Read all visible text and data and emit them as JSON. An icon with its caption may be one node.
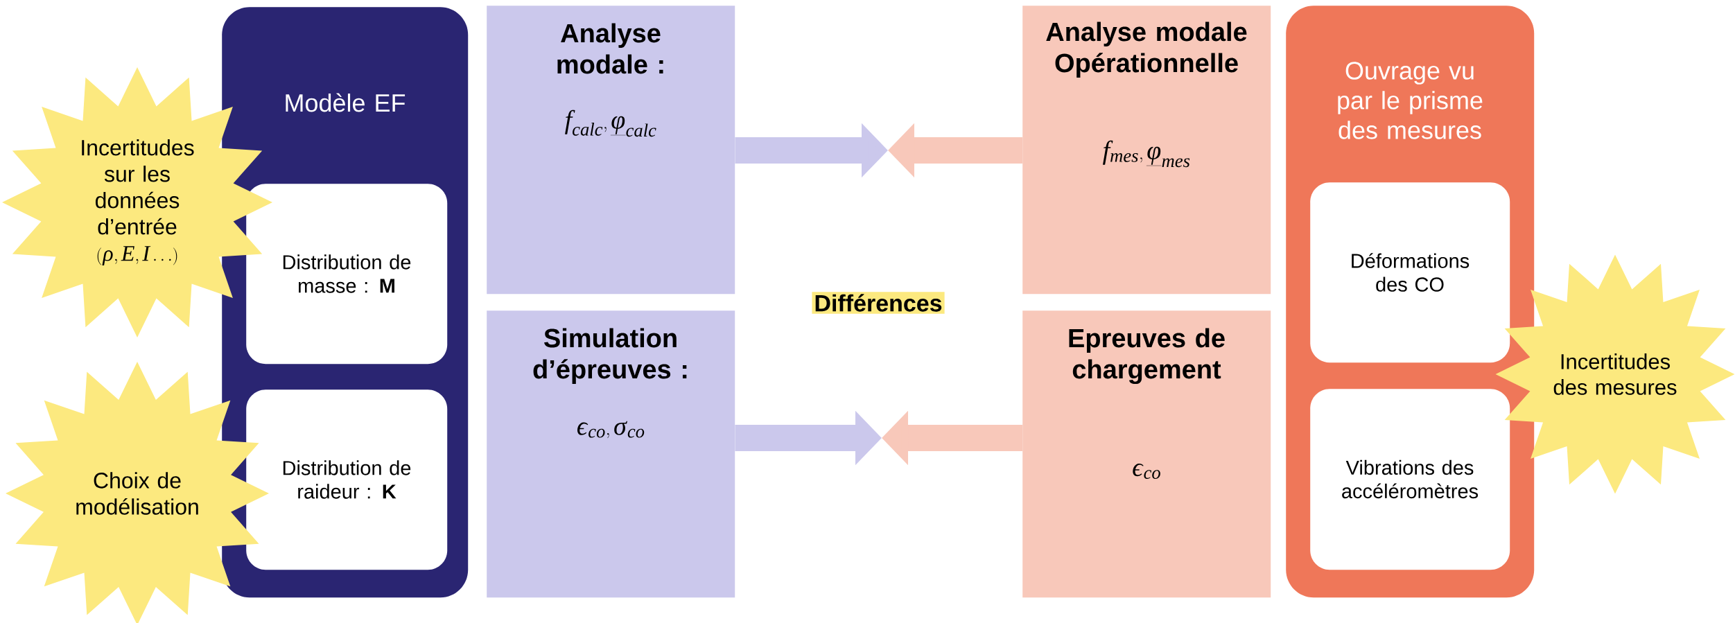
{
  "diagram": {
    "nodes": [
      {
        "text": [
          "Modèle EF"
        ]
      },
      {
        "text": [
          "Distribution de masse : **M**"
        ],
        "in": 0
      },
      {
        "text": [
          "Distribution de raideur : **K**"
        ],
        "in": 0
      },
      {
        "text": [
          "Incertitudes sur les données d’entrée",
          "(\\rho, E, I \\ldots)"
        ]
      },
      {
        "text": [
          "Choix de modélisation"
        ]
      },
      {
        "text": [
          "**Analyse modale** :",
          "f_{calc}, \\underline{\\phi}_{calc}"
        ]
      },
      {
        "text": [
          "Simulation d’épreuves :",
          "\\varepsilon_{co}, \\sigma_{co}"
        ]
      },
      {
        "text": [
          "Analyse modale Opérationnelle",
          "f_{mes}, \\underline{\\phi}_{mes}"
        ]
      },
      {
        "text": [
          "Epreuves de chargement",
          "\\varepsilon_{co}"
        ]
      },
      {
        "text": [
          "Ouvrage vu par le prisme des mesures"
        ]
      },
      {
        "text": [
          "Déformations des CO"
        ],
        "in": 9
      },
      {
        "text": [
          "Vibrations des accéléromètres"
        ],
        "in": 9
      },
      {
        "text": [
          "Incertitudes des mesures"
        ]
      }
    ],
    "edges": [
      {
        "from": 5,
        "to": null,
        "arrow": "to",
        "color": "#cbc8ec"
      },
      {
        "from": 7,
        "to": null,
        "arrow": "to",
        "color": "#f8c8ba"
      },
      {
        "from": 6,
        "to": null,
        "arrow": "to",
        "color": "#cbc8ec"
      },
      {
        "from": 8,
        "to": null,
        "arrow": "to",
        "color": "#f8c8ba"
      }
    ],
    "labels": [
      "Différences"
    ]
  }
}
